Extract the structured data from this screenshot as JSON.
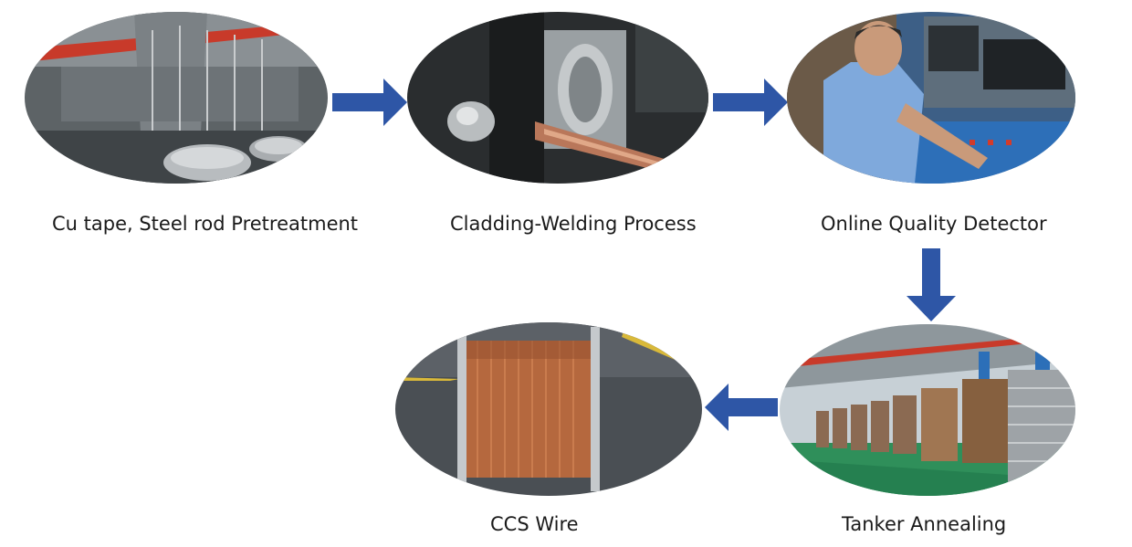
{
  "steps": [
    {
      "label": "Cu tape, Steel rod Pretreatment",
      "image": "factory-floor-with-steel-coils"
    },
    {
      "label": "Cladding-Welding Process",
      "image": "roller-forming-machine-closeup"
    },
    {
      "label": "Online Quality Detector",
      "image": "operator-at-control-console"
    },
    {
      "label": "Tanker Annealing",
      "image": "row-of-annealing-tanks"
    },
    {
      "label": "CCS Wire",
      "image": "spool-of-copper-clad-steel-wire"
    }
  ],
  "colors": {
    "arrow": "#2e56a6",
    "text": "#1a1a1a",
    "background": "#ffffff"
  }
}
